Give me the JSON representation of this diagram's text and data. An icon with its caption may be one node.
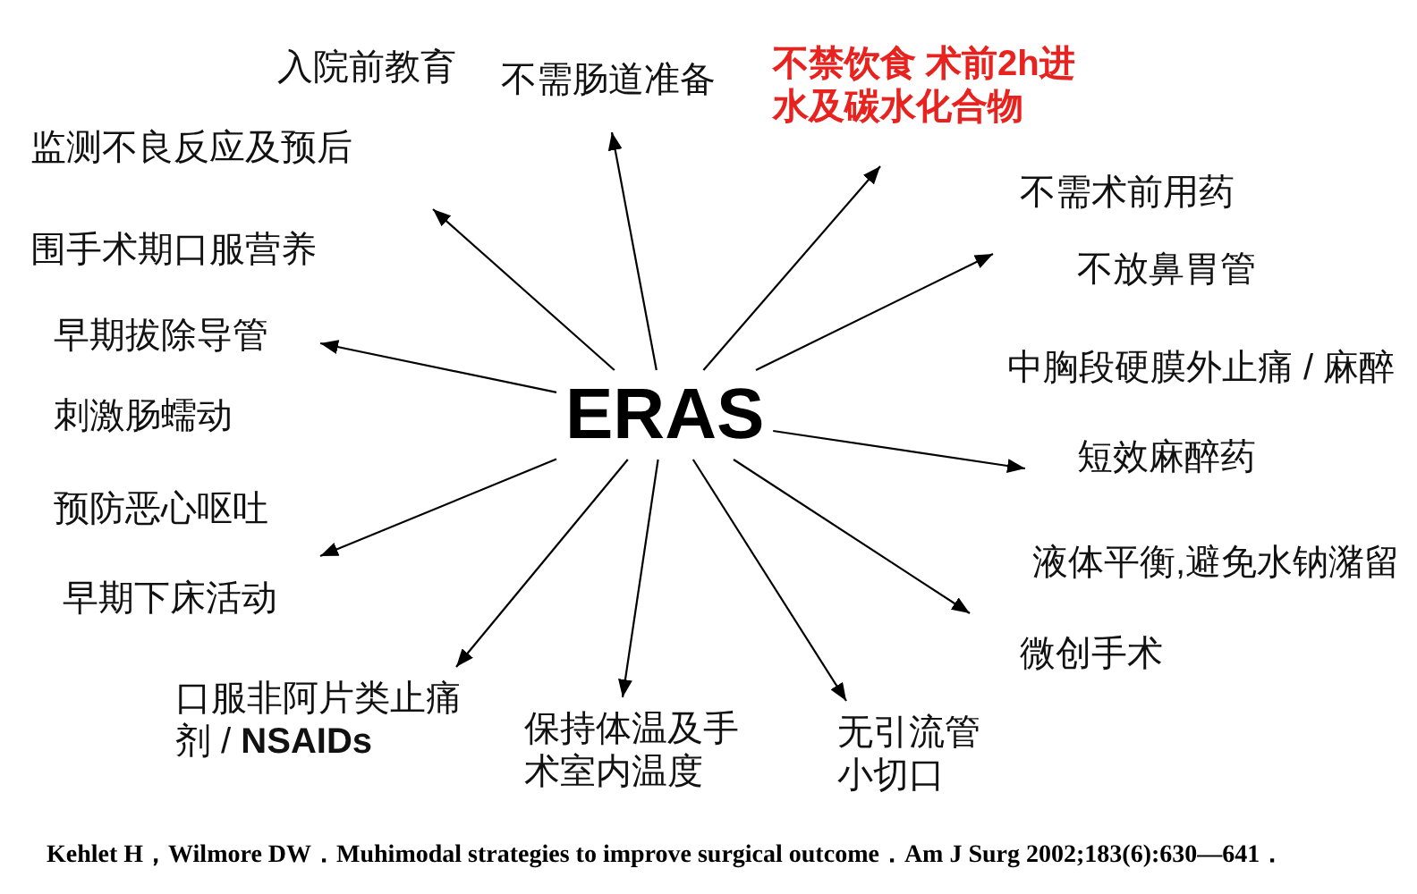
{
  "diagram": {
    "caption": "Kehlet H，Wilmore DW．Muhimodal strategies to improve surgical outcome．Am J Surg 2002;183(6):630—641．",
    "nodes": [
      {
        "text": [
          "ERAS"
        ]
      },
      {
        "text": [
          "口服非阿片类止痛剂 / **NSAIDs**"
        ]
      },
      {
        "text": [
          "保持体温及手术室内温度"
        ]
      },
      {
        "text": [
          "无引流管",
          "小切口"
        ]
      }
    ],
    "edges": [
      {
        "from": 0,
        "to": null,
        "arrow": "to"
      },
      {
        "from": 0,
        "to": null,
        "arrow": "to"
      },
      {
        "from": 0,
        "to": null,
        "arrow": "to"
      },
      {
        "from": 0,
        "to": null,
        "arrow": "to"
      },
      {
        "from": 0,
        "to": null,
        "arrow": "to"
      },
      {
        "from": 0,
        "to": null,
        "arrow": "to"
      },
      {
        "from": 0,
        "to": 3,
        "arrow": "to"
      },
      {
        "from": 0,
        "to": 2,
        "arrow": "to"
      },
      {
        "from": 0,
        "to": 1,
        "arrow": "to"
      },
      {
        "from": 0,
        "to": null,
        "arrow": "to"
      },
      {
        "from": 0,
        "to": null,
        "arrow": "to"
      }
    ],
    "labels": [
      "入院前教育",
      "不需肠道准备",
      "不禁饮食 术前2h进水及碳水化合物",
      "监测不良反应及预后",
      "不需术前用药",
      "围手术期口服营养",
      "不放鼻胃管",
      "早期拔除导管",
      "中胸段硬膜外止痛 / 麻醉",
      "刺激肠蠕动",
      "短效麻醉药",
      "预防恶心呕吐",
      "液体平衡,避免水钠潴留",
      "早期下床活动",
      "微创手术"
    ]
  }
}
